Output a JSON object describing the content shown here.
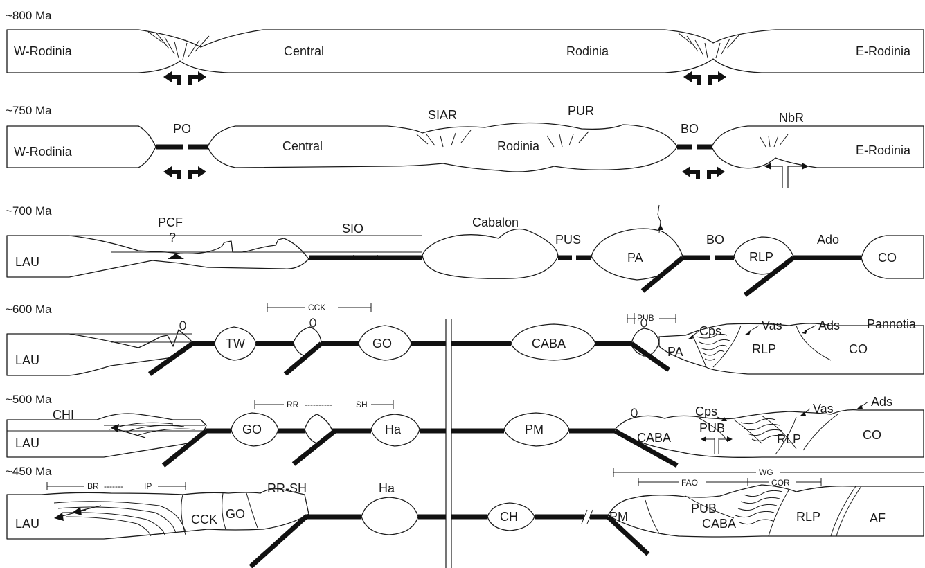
{
  "panels": [
    {
      "age": "~800 Ma",
      "labels": [
        "W-Rodinia",
        "Central",
        "Rodinia",
        "E-Rodinia"
      ]
    },
    {
      "age": "~750 Ma",
      "labels": [
        "PO",
        "SIAR",
        "PUR",
        "BO",
        "NbR",
        "W-Rodinia",
        "Central",
        "Rodinia",
        "E-Rodinia"
      ]
    },
    {
      "age": "~700 Ma",
      "labels": [
        "PCF",
        "?",
        "SIO",
        "Cabalon",
        "PUS",
        "PA",
        "BO",
        "RLP",
        "Ado",
        "CO",
        "LAU"
      ]
    },
    {
      "age": "~600 Ma",
      "labels": [
        "CCK",
        "PUB",
        "Cps",
        "Vas",
        "Ads",
        "Pannotia",
        "LAU",
        "TW",
        "GO",
        "CABA",
        "PA",
        "RLP",
        "CO"
      ],
      "scale_label": "CCK"
    },
    {
      "age": "~500 Ma",
      "labels": [
        "RR",
        "----------",
        "SH",
        "CHI",
        "LAU",
        "GO",
        "Ha",
        "PM",
        "CABA",
        "Cps",
        "PUB",
        "Vas",
        "Ads",
        "RLP",
        "CO"
      ]
    },
    {
      "age": "~450 Ma",
      "labels": [
        "BR",
        "-------",
        "IP",
        "LAU",
        "CCK",
        "GO",
        "RR-SH",
        "Ha",
        "CH",
        "PM",
        "PUB",
        "CABA",
        "RLP",
        "AF",
        "WG",
        "FAO",
        "COR"
      ]
    }
  ],
  "colors": {
    "line": "#1a1a1a",
    "ocean_crust": "#111111",
    "background": "#ffffff"
  }
}
